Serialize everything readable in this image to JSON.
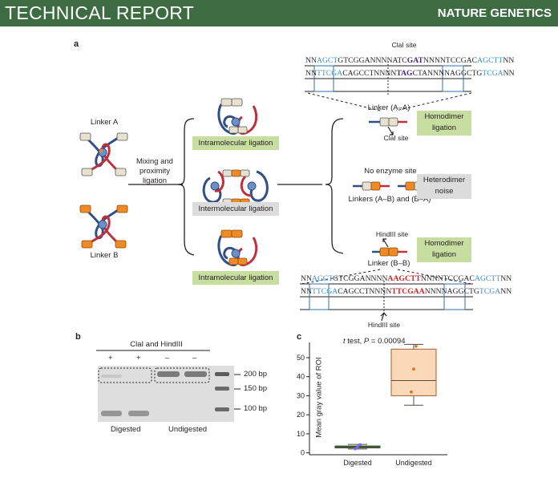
{
  "header": {
    "left_title": "TECHNICAL REPORT",
    "right_title": "NATURE GENETICS"
  },
  "panel_a": {
    "letter": "a",
    "linker_a": "Linker A",
    "linker_b": "Linker B",
    "mixing_line1": "Mixing and",
    "mixing_line2": "proximity",
    "mixing_line3": "ligation",
    "intra_top": "Intramolecular ligation",
    "inter": "Intermolecular ligation",
    "intra_bottom": "Intramolecular ligation",
    "clai_site_top": "ClaI site",
    "linker_aa": "Linker (A–A)",
    "clai_site_mid": "ClaI site",
    "homodimer_top_1": "Homodimer",
    "homodimer_top_2": "ligation",
    "no_enzyme_site": "No enzyme site",
    "linkers_ab_ba": "Linkers (A–B) and (B–A)",
    "heterodimer_1": "Heterodimer",
    "heterodimer_2": "noise",
    "hindiii_site_mid": "HindIII site",
    "linker_bb": "Linker (B–B)",
    "homodimer_bot_1": "Homodimer",
    "homodimer_bot_2": "ligation",
    "hindiii_site_bottom": "HindIII site",
    "seq_top_1": [
      {
        "c": "k",
        "t": "NN"
      },
      {
        "c": "b",
        "t": "AGCT"
      },
      {
        "c": "k",
        "t": "GTCGGANNNNATC"
      },
      {
        "c": "p",
        "t": "GAT"
      },
      {
        "c": "k",
        "t": "NNNNTCCGAC"
      },
      {
        "c": "b",
        "t": "AGCTT"
      },
      {
        "c": "k",
        "t": "NN"
      }
    ],
    "seq_top_2": [
      {
        "c": "k",
        "t": "NN"
      },
      {
        "c": "b",
        "t": "TTCGA"
      },
      {
        "c": "k",
        "t": "CAGCCTNNNN"
      },
      {
        "c": "p",
        "t": "TAG"
      },
      {
        "c": "k",
        "t": "CTANNNNAGGCTG"
      },
      {
        "c": "b",
        "t": "TCGA"
      },
      {
        "c": "k",
        "t": "NN"
      }
    ],
    "seq_bot_1": [
      {
        "c": "k",
        "t": "NN"
      },
      {
        "c": "b",
        "t": "AGCT"
      },
      {
        "c": "k",
        "t": "GTCGGANNNN"
      },
      {
        "c": "r",
        "t": "AAG"
      },
      {
        "c": "r",
        "t": "CTT"
      },
      {
        "c": "k",
        "t": "NNNNTCCGAC"
      },
      {
        "c": "b",
        "t": "AGCTT"
      },
      {
        "c": "k",
        "t": "NN"
      }
    ],
    "seq_bot_2": [
      {
        "c": "k",
        "t": "NN"
      },
      {
        "c": "b",
        "t": "TTCGA"
      },
      {
        "c": "k",
        "t": "CAGCCTNNNN"
      },
      {
        "c": "r",
        "t": "TTC"
      },
      {
        "c": "r",
        "t": "GAA"
      },
      {
        "c": "k",
        "t": "NNNNAGGCTG"
      },
      {
        "c": "b",
        "t": "TCGA"
      },
      {
        "c": "k",
        "t": "NN"
      }
    ]
  },
  "panel_b": {
    "letter": "b",
    "title": "ClaI and HindIII",
    "lane_signs": [
      "+",
      "+",
      "–",
      "–"
    ],
    "ladder": [
      "200 bp",
      "150 bp",
      "100 bp"
    ],
    "digested": "Digested",
    "undigested": "Undigested"
  },
  "panel_c": {
    "letter": "c"
  },
  "chart_data": {
    "type": "box",
    "annotation": "t test, P = 0.00094",
    "ylabel": "Mean gray value of ROI",
    "categories": [
      "Digested",
      "Undigested"
    ],
    "yticks": [
      0,
      10,
      20,
      30,
      40,
      50
    ],
    "ylim": [
      -1,
      58
    ],
    "boxes": [
      {
        "name": "Digested",
        "min": 2.0,
        "q1": 2.6,
        "median": 3.1,
        "q3": 3.6,
        "max": 4.4,
        "points": [
          2.1,
          3.1,
          4.3
        ],
        "color": "#3d6b42",
        "point_color": "#6c6cff"
      },
      {
        "name": "Undigested",
        "min": 25.0,
        "q1": 30.0,
        "median": 38.0,
        "q3": 54.5,
        "max": 57.0,
        "points": [
          32.0,
          44.0,
          56.0
        ],
        "color": "#fbd8b8",
        "point_color": "#e06c1e"
      }
    ]
  }
}
